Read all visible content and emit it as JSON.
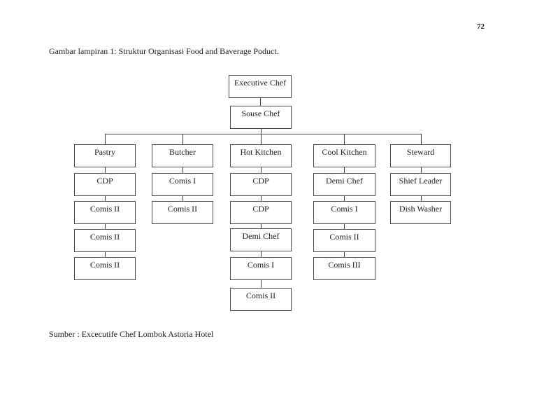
{
  "page": {
    "number": "72",
    "caption": "Gambar lampiran 1: Struktur Organisasi Food and Baverage Poduct.",
    "source": "Sumber : Excecutife Chef Lombok Astoria Hotel"
  },
  "org_chart": {
    "top": [
      {
        "label": "Executive Chef"
      },
      {
        "label": "Souse Chef"
      }
    ],
    "departments": [
      {
        "head": "Pastry",
        "chain": [
          "CDP",
          "Comis II",
          "Comis II",
          "Comis II"
        ]
      },
      {
        "head": "Butcher",
        "chain": [
          "Comis I",
          "Comis II"
        ]
      },
      {
        "head": "Hot Kitchen",
        "chain": [
          "CDP",
          "CDP",
          "Demi Chef",
          "Comis I",
          "Comis II"
        ]
      },
      {
        "head": "Cool Kitchen",
        "chain": [
          "Demi Chef",
          "Comis I",
          "Comis II",
          "Comis III"
        ]
      },
      {
        "head": "Steward",
        "chain": [
          "Shief Leader",
          "Dish Washer"
        ]
      }
    ]
  }
}
